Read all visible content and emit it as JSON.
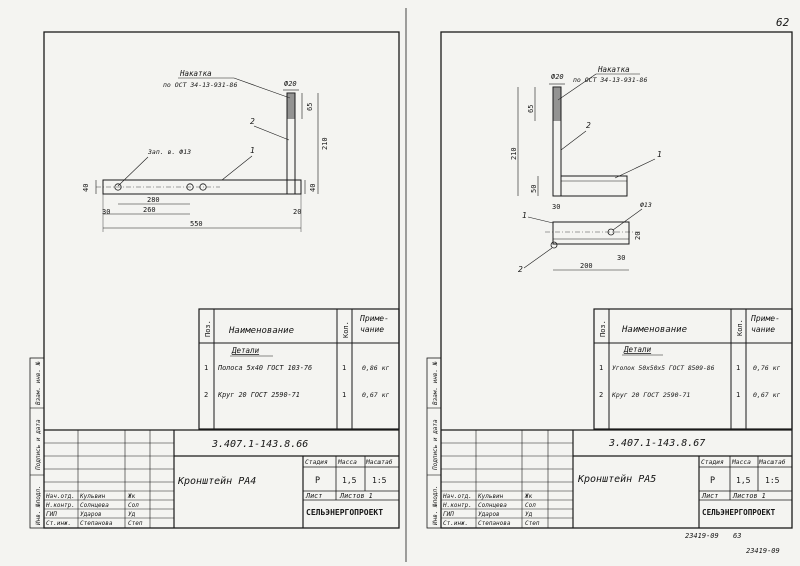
{
  "page_number": "62",
  "bottom_stamp_right": "23419-09",
  "bottom_stamp_left_a": "23419-09",
  "bottom_stamp_left_b": "63",
  "sheets": [
    {
      "id": "ra4",
      "knurl_title": "Накатка",
      "knurl_std": "по ОСТ 34-13-931-86",
      "dims": [
        "Ф20",
        "65",
        "210",
        "40",
        "40",
        "30",
        "20",
        "280",
        "260",
        "550"
      ],
      "callouts": [
        "1",
        "2"
      ],
      "weld": "Зап. в. Ф13",
      "table": {
        "col_pos": "Поз.",
        "col_name": "Наименование",
        "col_qty": "Кол.",
        "col_note_1": "Приме-",
        "col_note_2": "чание",
        "section": "Детали",
        "rows": [
          {
            "pos": "1",
            "name": "Полоса 5х40 ГОСТ 103-76",
            "qty": "1",
            "note": "0,86 кг"
          },
          {
            "pos": "2",
            "name": "Круг 20 ГОСТ 2590-71",
            "qty": "1",
            "note": "0,67 кг"
          }
        ]
      },
      "side_labels": [
        "Инв. №подл.",
        "Подпись и дата",
        "Взам. инв. №"
      ],
      "code": "3.407.1-143.8.66",
      "title": "Кронштейн  РА4",
      "hdr_stage": "Стадия",
      "hdr_mass": "Масса",
      "hdr_scale": "Масштаб",
      "stage": "Р",
      "mass": "1,5",
      "scale": "1:5",
      "sheet": "Лист",
      "sheets_total": "Листов 1",
      "org": "СЕЛЬЭНЕРГОПРОЕКТ",
      "signers": [
        {
          "role": "Нач.отд.",
          "name": "Кульвин",
          "sign": "Жк"
        },
        {
          "role": "Н.контр.",
          "name": "Солнцева",
          "sign": "Сол"
        },
        {
          "role": "ГИП",
          "name": "Ударов",
          "sign": "Уд"
        },
        {
          "role": "Ст.инж.",
          "name": "Степанова",
          "sign": "Степ"
        }
      ]
    },
    {
      "id": "ra5",
      "knurl_title": "Накатка",
      "knurl_std": "по ОСТ 34-13-931-86",
      "dims": [
        "Ф20",
        "65",
        "210",
        "50",
        "30",
        "Ф13",
        "20",
        "30",
        "200"
      ],
      "callouts": [
        "1",
        "2",
        "2",
        "1"
      ],
      "table": {
        "col_pos": "Поз.",
        "col_name": "Наименование",
        "col_qty": "Кол.",
        "col_note_1": "Приме-",
        "col_note_2": "чание",
        "section": "Детали",
        "rows": [
          {
            "pos": "1",
            "name": "Уголок 50х50х5 ГОСТ 8509-86",
            "qty": "1",
            "note": "0,76 кг"
          },
          {
            "pos": "2",
            "name": "Круг 20 ГОСТ 2590-71",
            "qty": "1",
            "note": "0,67 кг"
          }
        ]
      },
      "side_labels": [
        "Инв. №подл.",
        "Подпись и дата",
        "Взам. инв. №"
      ],
      "code": "3.407.1-143.8.67",
      "title": "Кронштейн  РА5",
      "hdr_stage": "Стадия",
      "hdr_mass": "Масса",
      "hdr_scale": "Масштаб",
      "stage": "Р",
      "mass": "1,5",
      "scale": "1:5",
      "sheet": "Лист",
      "sheets_total": "Листов 1",
      "org": "СЕЛЬЭНЕРГОПРОЕКТ",
      "signers": [
        {
          "role": "Нач.отд.",
          "name": "Кульвин",
          "sign": "Жк"
        },
        {
          "role": "Н.контр.",
          "name": "Солнцева",
          "sign": "Сол"
        },
        {
          "role": "ГИП",
          "name": "Ударов",
          "sign": "Уд"
        },
        {
          "role": "Ст.инж.",
          "name": "Степанова",
          "sign": "Степ"
        }
      ]
    }
  ]
}
